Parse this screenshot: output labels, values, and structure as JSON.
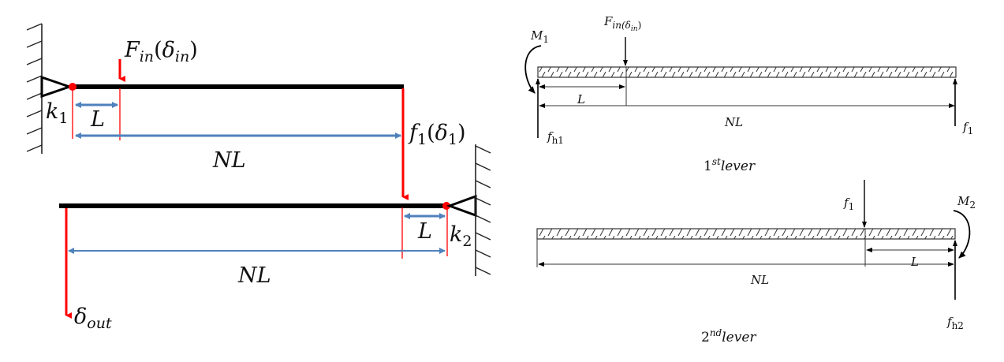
{
  "colors": {
    "beam": "#000000",
    "force": "#ff0000",
    "dimension": "#4f81bd",
    "line": "#333333"
  },
  "left_diagram": {
    "force_in": {
      "main": "F",
      "sub": "in",
      "paren_main": "δ",
      "paren_sub": "in"
    },
    "spring1": {
      "main": "k",
      "sub": "1"
    },
    "spring2": {
      "main": "k",
      "sub": "2"
    },
    "length_L_top": "L",
    "length_NL_top": "NL",
    "force_1": {
      "main": "f",
      "sub": "1",
      "paren_main": "δ",
      "paren_sub": "1"
    },
    "length_L_bottom": "L",
    "length_NL_bottom": "NL",
    "output": {
      "main": "δ",
      "sub": "out"
    }
  },
  "right_diagram": {
    "lever1": {
      "title_num": "1",
      "title_sup": "st",
      "title_word": "lever",
      "moment": {
        "main": "M",
        "sub": "1"
      },
      "force_in": {
        "main": "F",
        "sub": "in(δ",
        "sub2": "in",
        "sub_close": ")"
      },
      "reaction": {
        "main": "f",
        "sub": "h1"
      },
      "end_force": {
        "main": "f",
        "sub": "1"
      },
      "length_L": "L",
      "length_NL": "NL"
    },
    "lever2": {
      "title_num": "2",
      "title_sup": "nd",
      "title_word": "lever",
      "moment": {
        "main": "M",
        "sub": "2"
      },
      "input_force": {
        "main": "f",
        "sub": "1"
      },
      "reaction": {
        "main": "f",
        "sub": "h2"
      },
      "length_L": "L",
      "length_NL": "NL"
    }
  }
}
